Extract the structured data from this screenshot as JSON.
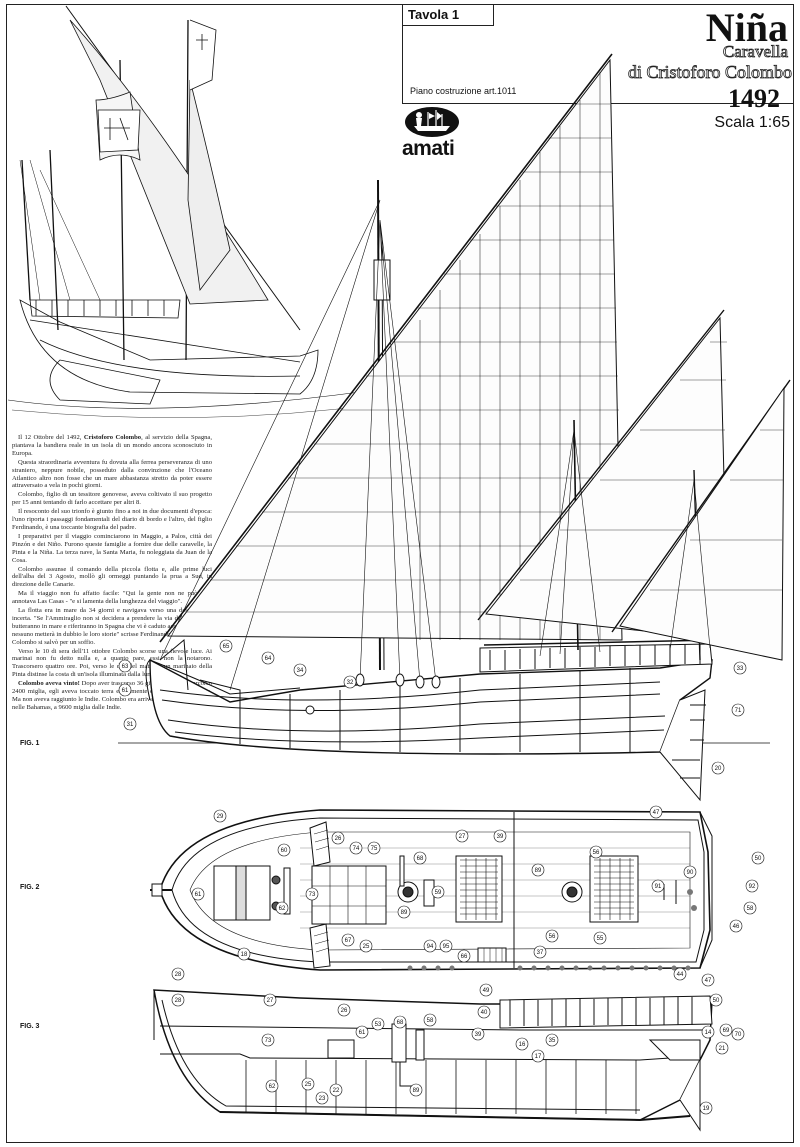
{
  "title_block": {
    "plate": "Tavola 1",
    "ship_name": "Niña",
    "subtitle_line1": "Caravella",
    "subtitle_line2": "di Cristoforo Colombo",
    "year": "1492",
    "scale": "Scala  1:65",
    "plan_note": "Piano costruzione  art.1011",
    "brand": "amati",
    "logo_icon": "sailor-and-ship-logo-icon"
  },
  "figures": {
    "fig1": "FIG. 1",
    "fig2": "FIG. 2",
    "fig3": "FIG. 3"
  },
  "intro_text": {
    "p1_start": "Il 12 Ottobre del 1492,",
    "p1_name": "Cristoforo Colombo",
    "p1_rest": ", al servizio della Spagna, piantava la bandiera reale in un isola di un mondo ancora sconosciuto in Europa.",
    "p2": "Questa straordinaria avventura fu dovuta alla ferrea perseveranza di uno straniero, neppure nobile, posseduto dalla convinzione che l'Oceano Atlantico altro non fosse che un mare abbastanza stretto da poter essere attraversato a vela in pochi giorni.",
    "p3": "Colombo, figlio di un tessitore genovese, aveva coltivato il suo progetto per 15 anni tentando di farlo accettare per altri 8.",
    "p4": "Il resoconto del suo trionfo è giunto fino a noi in due documenti d'epoca: l'uno riporta i passaggi fondamentali del diario di bordo e l'altro, del figlio Ferdinando, è una toccante biografia del padre.",
    "p5": "I preparativi per il viaggio cominciarono in Maggio, a Palos, città dei Pinzón e dei Niño. Furono queste famiglie a fornire due delle caravelle, la Pinta e la Niña. La terza nave, la Santa Maria, fu noleggiata da Juan de la Cosa.",
    "p6": "Colombo assunse il comando della piccola flotta e, alle prime luci dell'alba del 3 Agosto, mollò gli ormeggi puntando la prua a Sud, in direzione delle Canarie.",
    "p7": "Ma il viaggio non fu affatto facile: \"Qui la gente non ne può più\" annotava Las Casas - \"e si lamenta della lunghezza del viaggio\".",
    "p8": "La flotta era in mare da 34 giorni e navigava verso una destinazione incerta. \"Se l'Ammiraglio non si decidera a prendere la via del ritorno, lo butteranno in mare e riferiranno in Spagna che vi è caduto accidentalmente, nessuno metterà in dubbio le loro storie\" scrisse Ferdinando. Probabilmente Colombo si salvò per un soffio.",
    "p9": "Verso le 10 di sera dell'11 ottobre Colombo scorse una fievole luce. Ai marinai non fu detto nulla e, a quanto pare, essi non la notarono. Trascorsero quattro ore. Poi, verso le due del mattino, un marinaio della Pinta distinse la costa di un'isola illuminata dalla luna.",
    "p10_bold": "Colombo aveva vinto!",
    "p10_rest": " Dopo aver trascorso 36 giorni in mare e percorso 2400 miglia, egli aveva toccato terra esattamente come aveva promesso. Ma non aveva raggiunto le Indie. Colombo era arrivato all'isola di Watlings nelle Bahamas, a 9600 miglia dalle Indie."
  },
  "callouts_fig1": [
    "63",
    "65",
    "64",
    "34",
    "61",
    "32",
    "31",
    "33",
    "71",
    "20"
  ],
  "callouts_fig2": [
    "29",
    "28",
    "27",
    "47",
    "26",
    "39",
    "74",
    "75",
    "68",
    "89",
    "56",
    "50",
    "92",
    "91",
    "90",
    "58",
    "46",
    "60",
    "73",
    "62",
    "61",
    "59",
    "66",
    "67",
    "25",
    "94",
    "95",
    "37",
    "89",
    "56",
    "55",
    "18"
  ],
  "callouts_fig3": [
    "28",
    "27",
    "73",
    "40",
    "39",
    "16",
    "17",
    "35",
    "44",
    "47",
    "50",
    "14",
    "69",
    "70",
    "21",
    "19",
    "61",
    "53",
    "68",
    "58",
    "22",
    "23",
    "25",
    "62",
    "26",
    "49",
    "89"
  ]
}
